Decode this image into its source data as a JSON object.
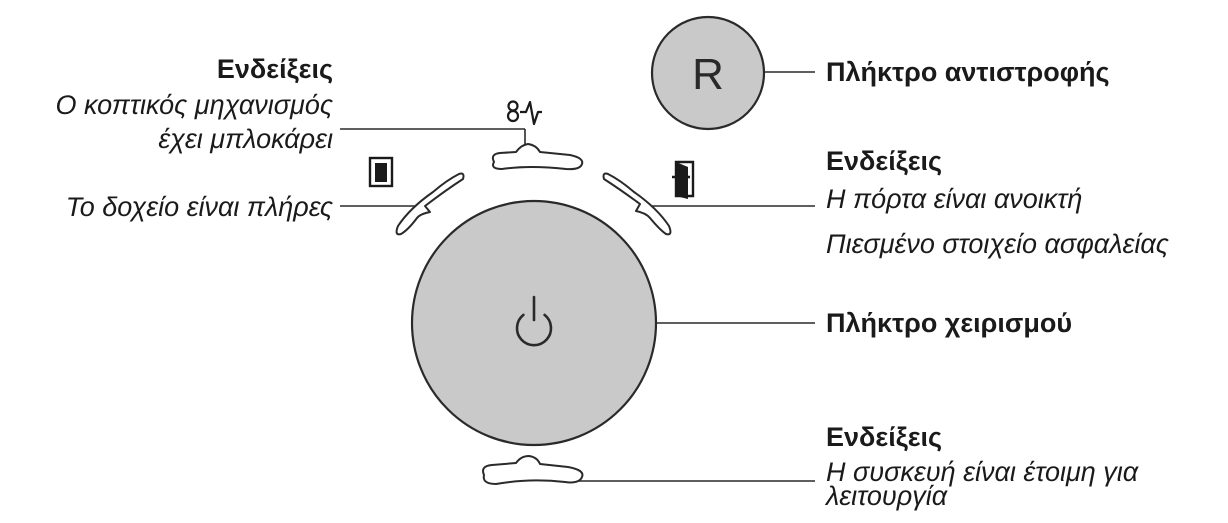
{
  "diagram": {
    "reverse_button": {
      "letter": "R",
      "label": "Πλήκτρο αντιστροφής"
    },
    "operation_button": {
      "icon": "power-icon",
      "label": "Πλήκτρο χειρισμού"
    },
    "cutter_blocked": {
      "icon": "blocked-cutter-icon",
      "heading": "Ενδείξεις",
      "lines": [
        "Ο κοπτικός μηχανισμός",
        "έχει μπλοκάρει"
      ]
    },
    "bin_full": {
      "icon": "bin-icon",
      "text": "Το δοχείο είναι πλήρες"
    },
    "door_open": {
      "icon": "door-icon",
      "heading": "Ενδείξεις",
      "lines": [
        "Η πόρτα είναι ανοικτή",
        "Πιεσμένο στοιχείο ασφαλείας"
      ]
    },
    "ready": {
      "heading": "Ενδείξεις",
      "lines": [
        "Η συσκευή είναι έτοιμη για",
        "λειτουργία"
      ]
    },
    "colors": {
      "button_fill": "#c9c9c9",
      "stroke": "#2a2a2a",
      "text": "#1a1a1a"
    }
  }
}
